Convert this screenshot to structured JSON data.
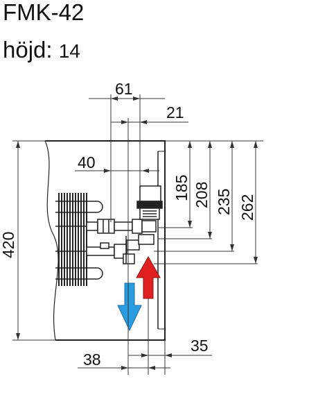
{
  "header": {
    "model": "FMK-42",
    "height_label": "höjd",
    "height_separator": ":",
    "height_value": "14"
  },
  "dimensions": {
    "top_61": "61",
    "top_21": "21",
    "inner_40": "40",
    "right_185": "185",
    "right_208": "208",
    "right_235": "235",
    "right_262": "262",
    "left_420": "420",
    "bottom_38": "38",
    "bottom_35": "35"
  },
  "colors": {
    "supply_arrow": "#e02020",
    "return_arrow": "#2a9de0",
    "outline": "#222222"
  }
}
